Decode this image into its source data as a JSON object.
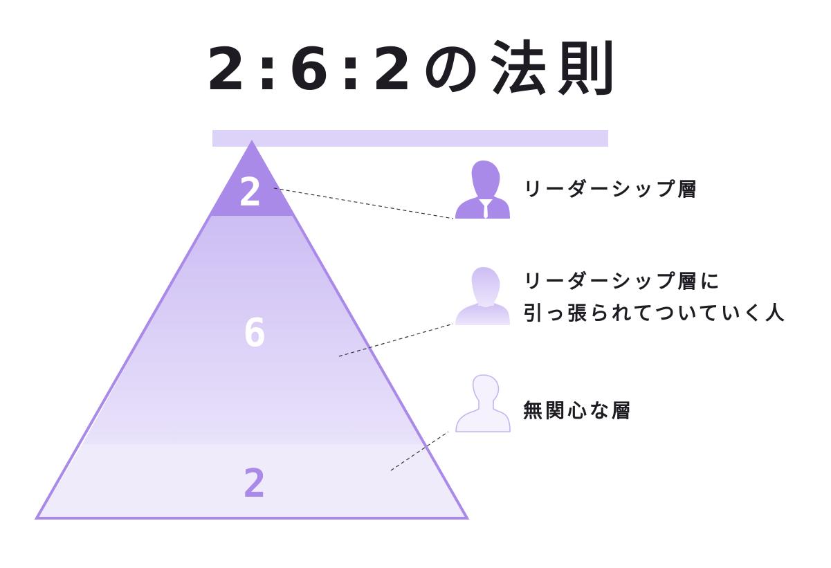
{
  "title": "2:6:2の法則",
  "pyramid": {
    "top_value": "2",
    "middle_value": "6",
    "bottom_value": "2"
  },
  "layers": {
    "top": "リーダーシップ層",
    "middle_line1": "リーダーシップ層に",
    "middle_line2": "引っ張られてついていく人",
    "bottom": "無関心な層"
  },
  "icons": [
    "person-suit-icon",
    "person-icon",
    "person-outline-icon"
  ],
  "colors": {
    "accent": "#a98ae8",
    "top_fill": "#a98ae8",
    "middle_fill_top": "#cdbdf3",
    "middle_fill_bottom": "#e9e2fb",
    "bottom_fill": "#f0ebfb",
    "outline": "#a98ae8",
    "underline": "#ddd2f8"
  }
}
